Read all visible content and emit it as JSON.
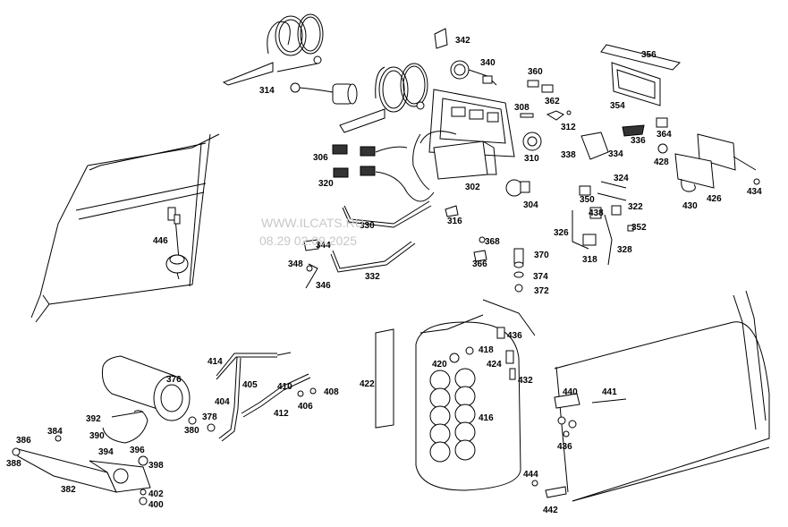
{
  "watermark": {
    "line1": "WWW.ILCATS.RU",
    "line2": "08.29 02.09.2025"
  },
  "callouts": [
    {
      "id": "342",
      "text": "342"
    },
    {
      "id": "340",
      "text": "340"
    },
    {
      "id": "356",
      "text": "356"
    },
    {
      "id": "360",
      "text": "360"
    },
    {
      "id": "362",
      "text": "362"
    },
    {
      "id": "354",
      "text": "354"
    },
    {
      "id": "314",
      "text": "314"
    },
    {
      "id": "308",
      "text": "308"
    },
    {
      "id": "312",
      "text": "312"
    },
    {
      "id": "336",
      "text": "336"
    },
    {
      "id": "364",
      "text": "364"
    },
    {
      "id": "306",
      "text": "306"
    },
    {
      "id": "338",
      "text": "338"
    },
    {
      "id": "310",
      "text": "310"
    },
    {
      "id": "334",
      "text": "334"
    },
    {
      "id": "428",
      "text": "428"
    },
    {
      "id": "320",
      "text": "320"
    },
    {
      "id": "302",
      "text": "302"
    },
    {
      "id": "324",
      "text": "324"
    },
    {
      "id": "426",
      "text": "426"
    },
    {
      "id": "434",
      "text": "434"
    },
    {
      "id": "350",
      "text": "350"
    },
    {
      "id": "322",
      "text": "322"
    },
    {
      "id": "430",
      "text": "430"
    },
    {
      "id": "304",
      "text": "304"
    },
    {
      "id": "316",
      "text": "316"
    },
    {
      "id": "438",
      "text": "438"
    },
    {
      "id": "352",
      "text": "352"
    },
    {
      "id": "330",
      "text": "330"
    },
    {
      "id": "446",
      "text": "446"
    },
    {
      "id": "326",
      "text": "326"
    },
    {
      "id": "368",
      "text": "368"
    },
    {
      "id": "344",
      "text": "344"
    },
    {
      "id": "328",
      "text": "328"
    },
    {
      "id": "370",
      "text": "370"
    },
    {
      "id": "318",
      "text": "318"
    },
    {
      "id": "366",
      "text": "366"
    },
    {
      "id": "348",
      "text": "348"
    },
    {
      "id": "332",
      "text": "332"
    },
    {
      "id": "374",
      "text": "374"
    },
    {
      "id": "346",
      "text": "346"
    },
    {
      "id": "372",
      "text": "372"
    },
    {
      "id": "436a",
      "text": "436"
    },
    {
      "id": "418",
      "text": "418"
    },
    {
      "id": "420",
      "text": "420"
    },
    {
      "id": "424",
      "text": "424"
    },
    {
      "id": "414",
      "text": "414"
    },
    {
      "id": "422",
      "text": "422"
    },
    {
      "id": "432",
      "text": "432"
    },
    {
      "id": "376",
      "text": "376"
    },
    {
      "id": "410",
      "text": "410"
    },
    {
      "id": "408",
      "text": "408"
    },
    {
      "id": "405",
      "text": "405"
    },
    {
      "id": "440",
      "text": "440"
    },
    {
      "id": "441",
      "text": "441"
    },
    {
      "id": "404",
      "text": "404"
    },
    {
      "id": "406",
      "text": "406"
    },
    {
      "id": "412",
      "text": "412"
    },
    {
      "id": "416",
      "text": "416"
    },
    {
      "id": "378",
      "text": "378"
    },
    {
      "id": "392",
      "text": "392"
    },
    {
      "id": "380",
      "text": "380"
    },
    {
      "id": "436b",
      "text": "436"
    },
    {
      "id": "384",
      "text": "384"
    },
    {
      "id": "390",
      "text": "390"
    },
    {
      "id": "386",
      "text": "386"
    },
    {
      "id": "394",
      "text": "394"
    },
    {
      "id": "396",
      "text": "396"
    },
    {
      "id": "388",
      "text": "388"
    },
    {
      "id": "398",
      "text": "398"
    },
    {
      "id": "444",
      "text": "444"
    },
    {
      "id": "382",
      "text": "382"
    },
    {
      "id": "402",
      "text": "402"
    },
    {
      "id": "400",
      "text": "400"
    },
    {
      "id": "442",
      "text": "442"
    }
  ]
}
